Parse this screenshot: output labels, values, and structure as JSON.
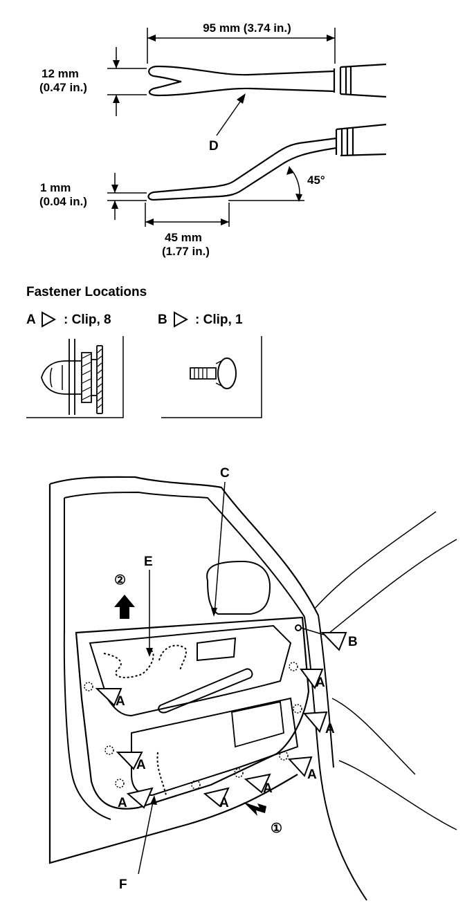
{
  "tool": {
    "width_label": "95 mm (3.74 in.)",
    "opening_label_mm": "12 mm",
    "opening_label_in": "(0.47 in.)",
    "tool_label": "D",
    "angle_label": "45°",
    "thickness_label_mm": "1 mm",
    "thickness_label_in": "(0.04 in.)",
    "tip_label_mm": "45 mm",
    "tip_label_in": "(1.77 in.)"
  },
  "fasteners": {
    "title": "Fastener Locations",
    "a_letter": "A",
    "a_text": ": Clip, 8",
    "b_letter": "B",
    "b_text": ": Clip, 1"
  },
  "door": {
    "label_c": "C",
    "label_e": "E",
    "label_b": "B",
    "label_a": "A",
    "label_f": "F",
    "step_1": "①",
    "step_2": "②"
  }
}
